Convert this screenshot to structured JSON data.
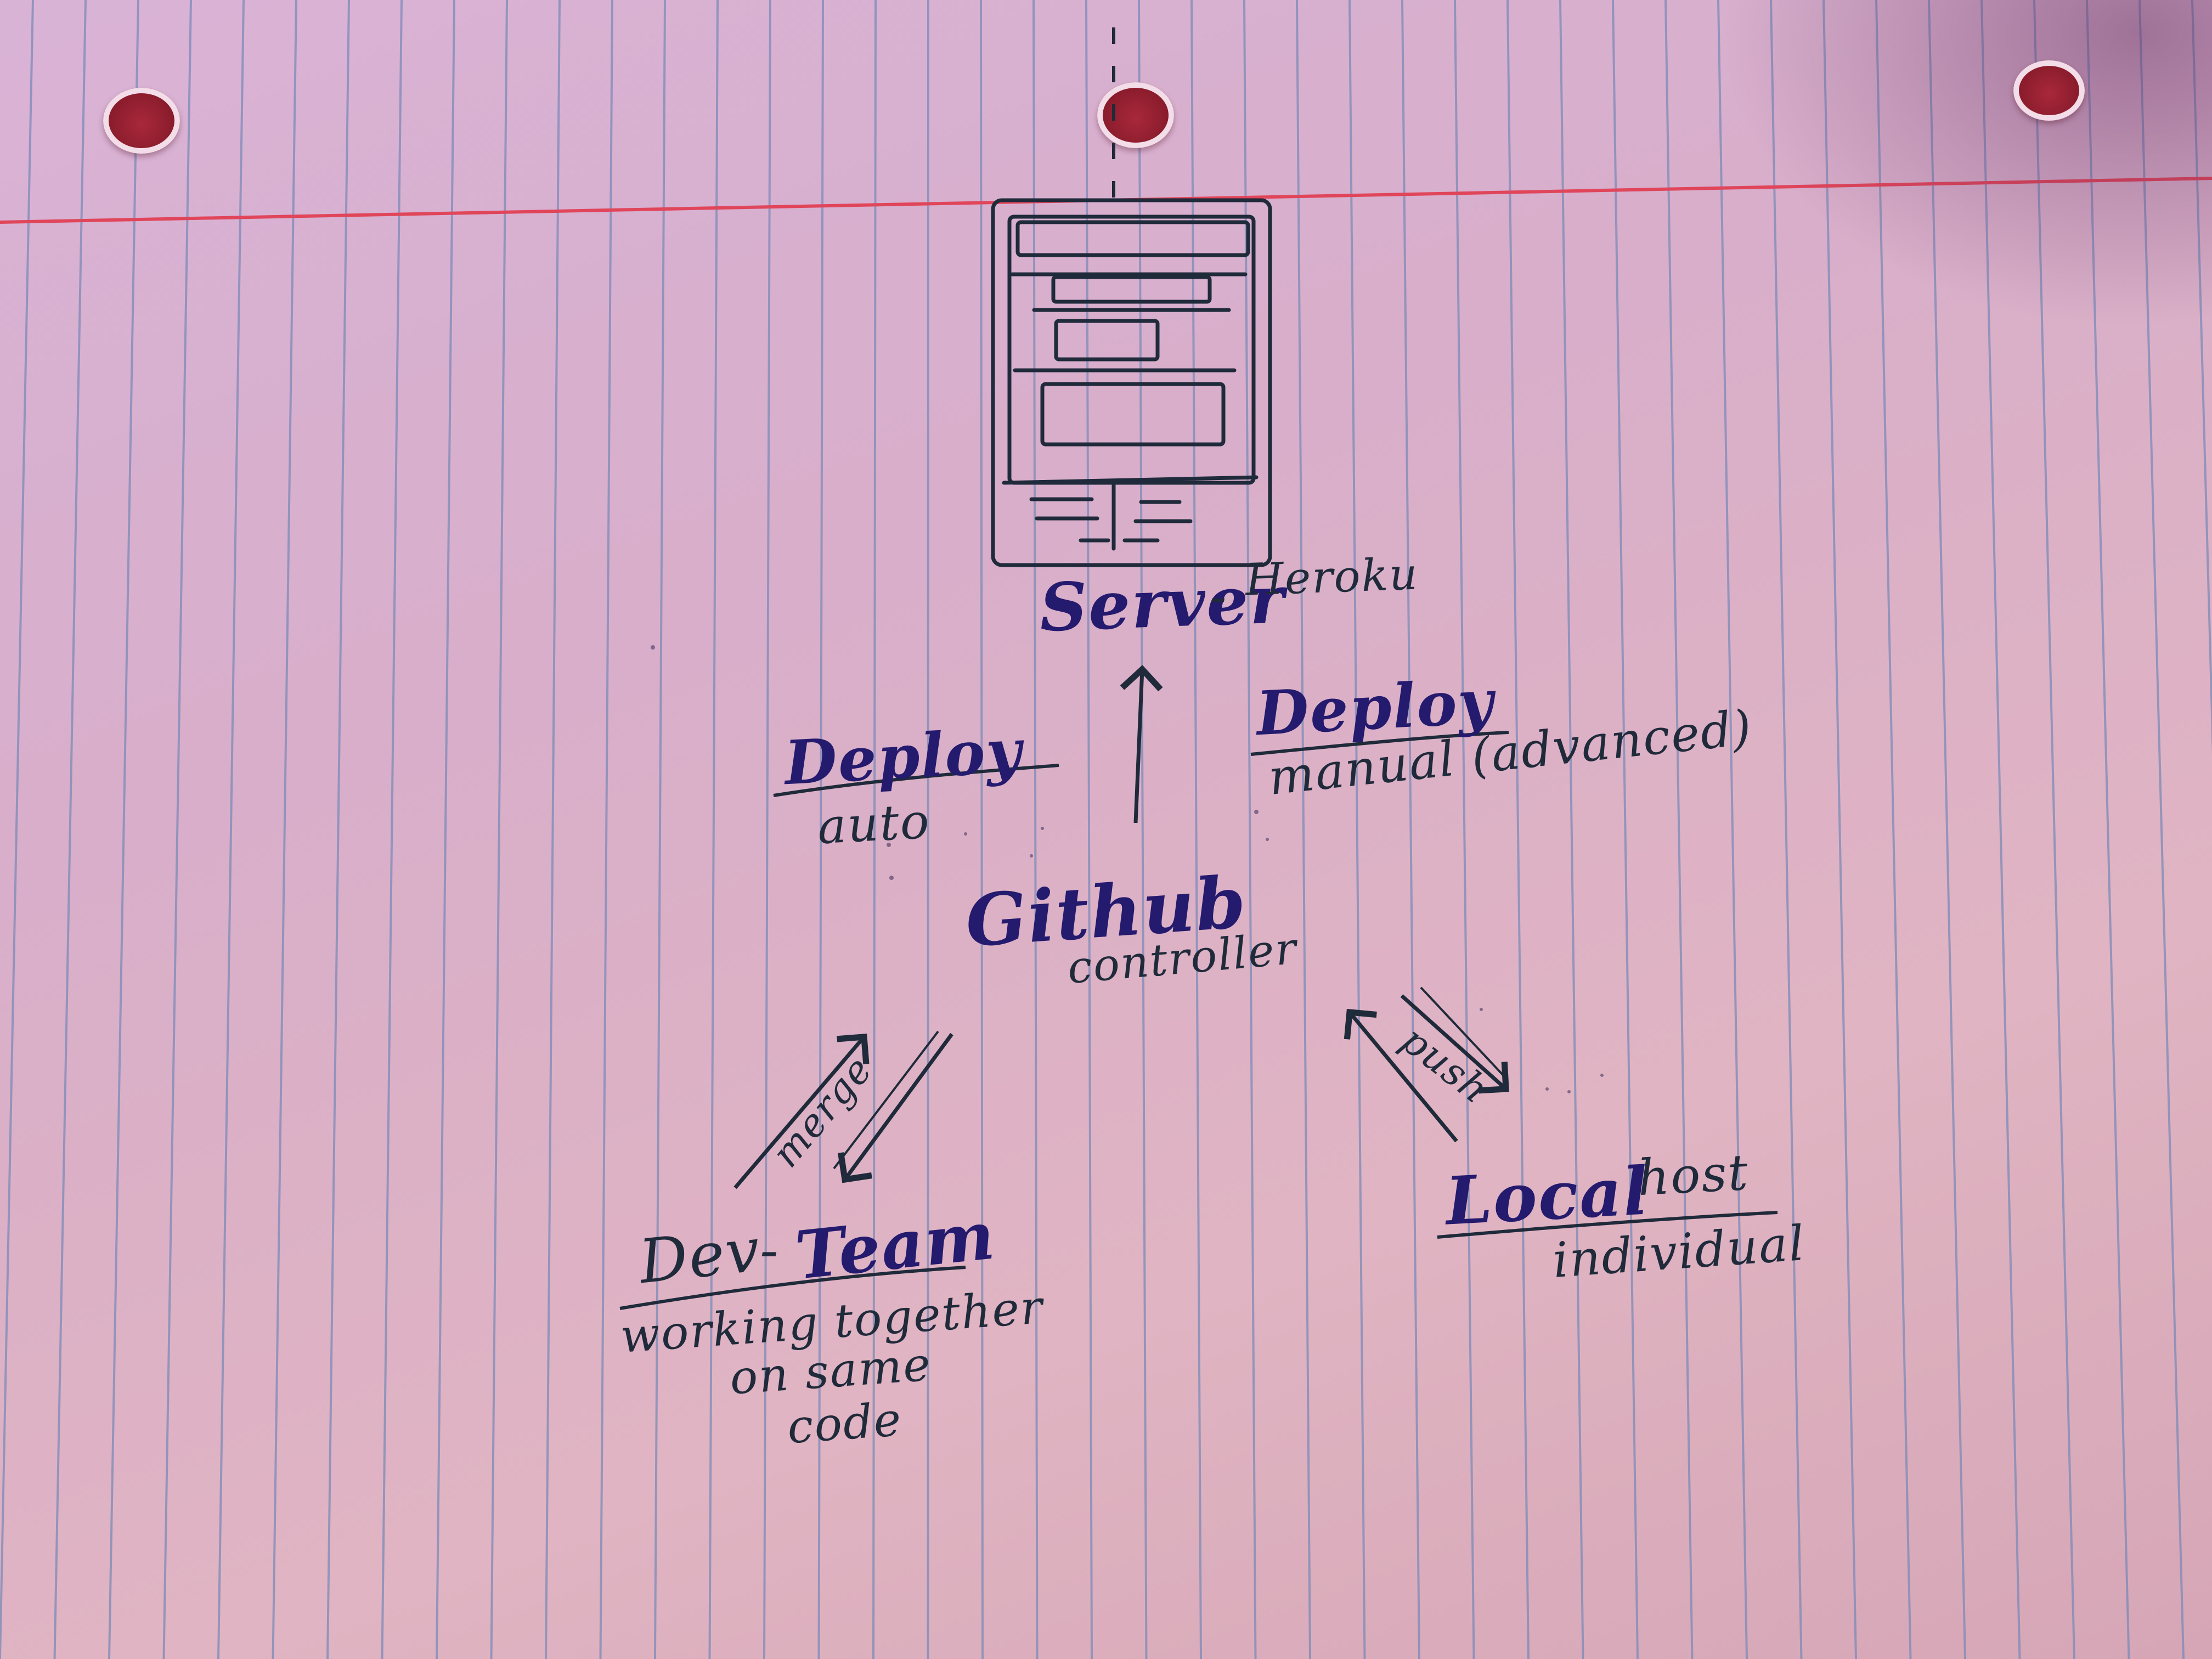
{
  "colors": {
    "ink_dark": "#1f2a3a",
    "ink_blue": "#241a6e",
    "rule_line": "#7c8ab8",
    "margin_line": "#e0455a"
  },
  "server": {
    "title": "Server",
    "subtitle": "Heroku"
  },
  "deploy_auto": {
    "title": "Deploy",
    "subtitle": "auto"
  },
  "deploy_manual": {
    "title": "Deploy",
    "subtitle": "manual (advanced)"
  },
  "github": {
    "title": "Github",
    "subtitle": "controller"
  },
  "dev_team": {
    "title_a": "Dev",
    "title_b": "Team",
    "line1": "working together",
    "line2": "on same",
    "line3": "code"
  },
  "localhost": {
    "title": "Local",
    "title_suffix": "host",
    "subtitle": "individual"
  },
  "arrows": {
    "merge_label": "merge",
    "push_label": "push"
  },
  "server_sketch_icon": "browser-window-sketch-icon"
}
